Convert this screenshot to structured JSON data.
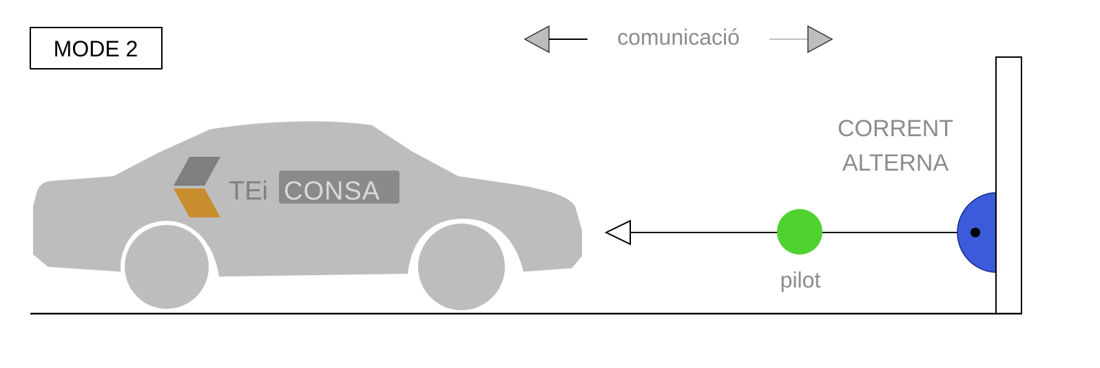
{
  "mode_label": "MODE 2",
  "communication_label": "comunicació",
  "current_label_line1": "CORRENT",
  "current_label_line2": "ALTERNA",
  "pilot_label": "pilot",
  "logo": {
    "text_left": "TEi",
    "text_right": "CONSA"
  },
  "colors": {
    "car": "#bdbdbd",
    "label_gray": "#8c8c8c",
    "pilot_green": "#4fd12f",
    "socket_blue": "#3b5bdb",
    "logo_dark": "#7f7f7f",
    "logo_orange": "#c88d2d",
    "logo_box": "#8a8a8a",
    "arrow_gray": "#bfbfbf"
  }
}
